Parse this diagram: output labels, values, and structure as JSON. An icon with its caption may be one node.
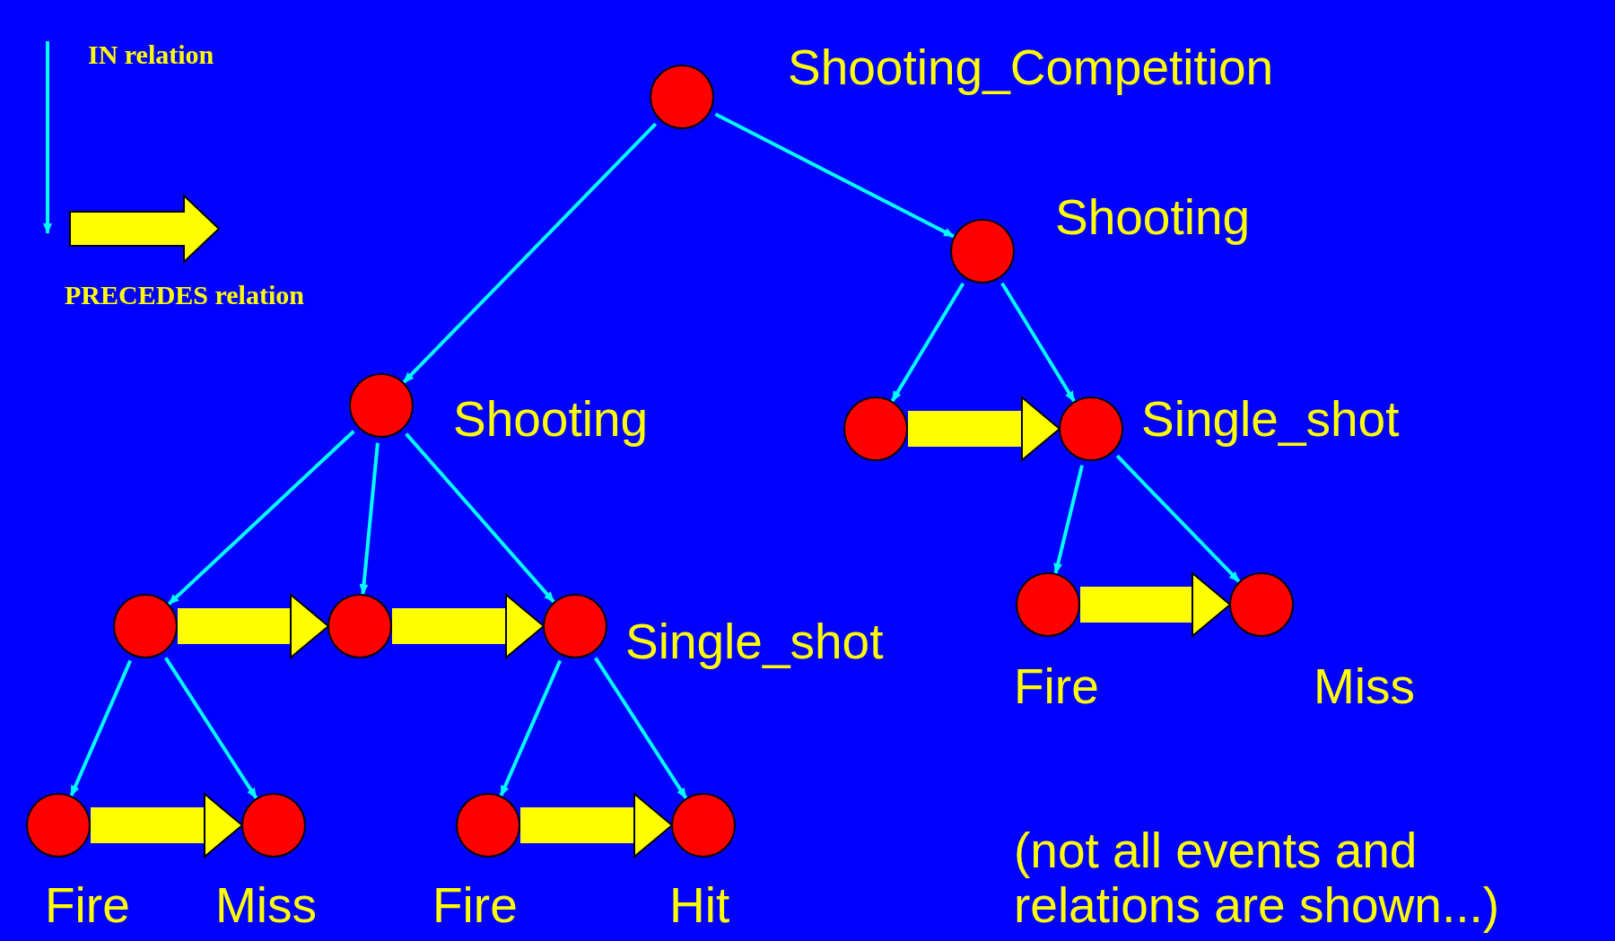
{
  "diagram": {
    "nodes": [
      {
        "text": [],
        "shape": "circle",
        "beside": [
          "Shooting_Competition"
        ]
      },
      {
        "text": [],
        "shape": "circle",
        "beside": [
          "Shooting"
        ]
      },
      {
        "text": [],
        "shape": "circle",
        "beside": [
          "Shooting"
        ]
      },
      {
        "text": [],
        "shape": "circle"
      },
      {
        "text": [],
        "shape": "circle",
        "beside": [
          "Single_shot"
        ]
      },
      {
        "text": [],
        "shape": "circle"
      },
      {
        "text": [],
        "shape": "circle"
      },
      {
        "text": [],
        "shape": "circle",
        "beside": [
          "Single_shot"
        ]
      },
      {
        "text": [],
        "shape": "circle",
        "beside": [
          "Fire"
        ]
      },
      {
        "text": [],
        "shape": "circle",
        "beside": [
          "Miss"
        ]
      },
      {
        "text": [],
        "shape": "circle",
        "beside": [
          "Fire"
        ]
      },
      {
        "text": [],
        "shape": "circle",
        "beside": [
          "Miss"
        ]
      },
      {
        "text": [],
        "shape": "circle",
        "beside": [
          "Fire"
        ]
      },
      {
        "text": [],
        "shape": "circle",
        "beside": [
          "Hit"
        ]
      }
    ],
    "edges": [
      {
        "from": 0,
        "to": 2,
        "arrow": "to"
      },
      {
        "from": 0,
        "to": 1,
        "arrow": "to"
      },
      {
        "from": 1,
        "to": 3,
        "arrow": "to"
      },
      {
        "from": 1,
        "to": 4,
        "arrow": "to"
      },
      {
        "from": 3,
        "to": 4,
        "arrow": "to",
        "style": "thick",
        "color": "#ffff00"
      },
      {
        "from": 4,
        "to": 8,
        "arrow": "to"
      },
      {
        "from": 4,
        "to": 9,
        "arrow": "to"
      },
      {
        "from": 8,
        "to": 9,
        "arrow": "to",
        "style": "thick",
        "color": "#ffff00"
      },
      {
        "from": 2,
        "to": 5,
        "arrow": "to"
      },
      {
        "from": 2,
        "to": 6,
        "arrow": "to"
      },
      {
        "from": 2,
        "to": 7,
        "arrow": "to"
      },
      {
        "from": 5,
        "to": 6,
        "arrow": "to",
        "style": "thick",
        "color": "#ffff00"
      },
      {
        "from": 6,
        "to": 7,
        "arrow": "to",
        "style": "thick",
        "color": "#ffff00"
      },
      {
        "from": 5,
        "to": 10,
        "arrow": "to"
      },
      {
        "from": 5,
        "to": 11,
        "arrow": "to"
      },
      {
        "from": 7,
        "to": 12,
        "arrow": "to"
      },
      {
        "from": 7,
        "to": 13,
        "arrow": "to"
      },
      {
        "from": 10,
        "to": 11,
        "arrow": "to",
        "style": "thick",
        "color": "#ffff00"
      },
      {
        "from": 12,
        "to": 13,
        "arrow": "to",
        "style": "thick",
        "color": "#ffff00"
      }
    ],
    "labels": [
      "(not all events and relations are shown...)"
    ],
    "legend": [
      {
        "text": "IN relation"
      },
      {
        "text": "PRECEDES relation"
      }
    ]
  }
}
